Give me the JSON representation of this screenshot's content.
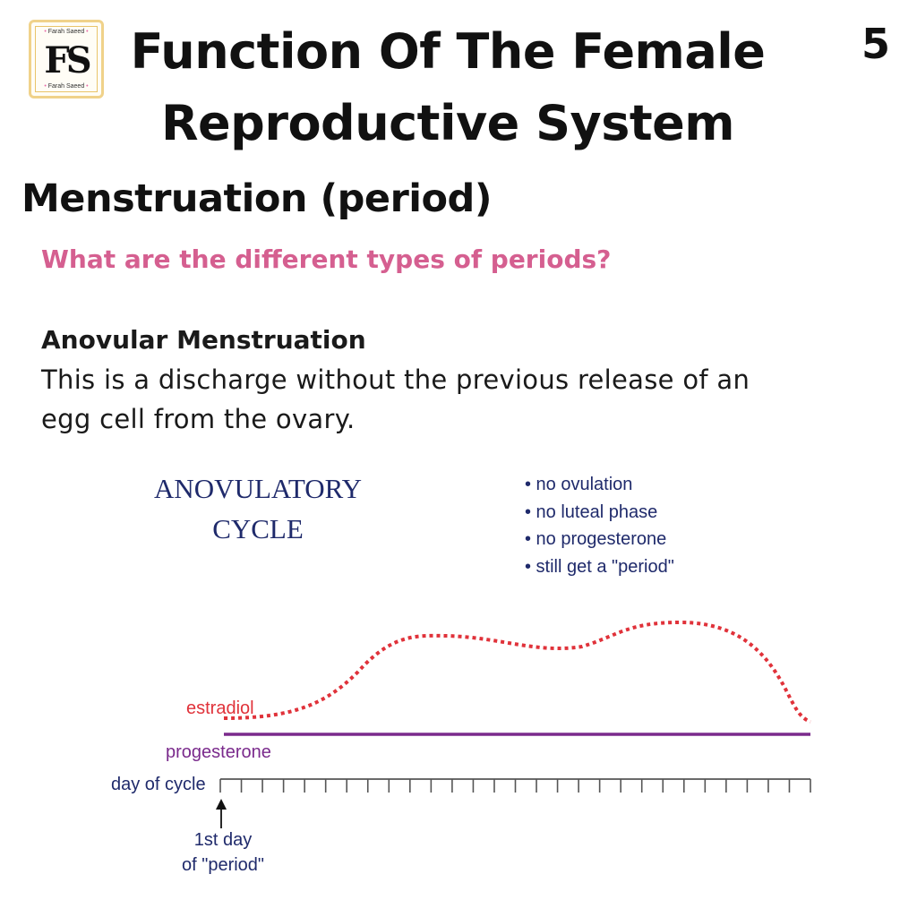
{
  "header": {
    "logo_text_top": "Farah Saeed",
    "logo_monogram": "FS",
    "logo_text_bottom": "Farah Saeed",
    "title_line1": "Function Of The Female",
    "title_line2": "Reproductive System",
    "page_number": "5"
  },
  "section": {
    "title": "Menstruation (period)",
    "question": "What are the different types of periods?"
  },
  "content": {
    "heading": "Anovular Menstruation",
    "text_line1": "This is a discharge without the previous release of an",
    "text_line2": "egg cell from the ovary."
  },
  "diagram": {
    "title_line1": "ANOVULATORY",
    "title_line2": "CYCLE",
    "bullets": [
      "• no ovulation",
      "• no luteal phase",
      "• no progesterone",
      "• still get a \"period\""
    ],
    "estradiol_label": "estradiol",
    "progesterone_label": "progesterone",
    "axis_label": "day of cycle",
    "marker_line1": "1st day",
    "marker_line2": "of \"period\"",
    "colors": {
      "title": "#1f2a6b",
      "estradiol": "#e0323a",
      "progesterone": "#7a2a8c",
      "axis": "#555555"
    }
  }
}
